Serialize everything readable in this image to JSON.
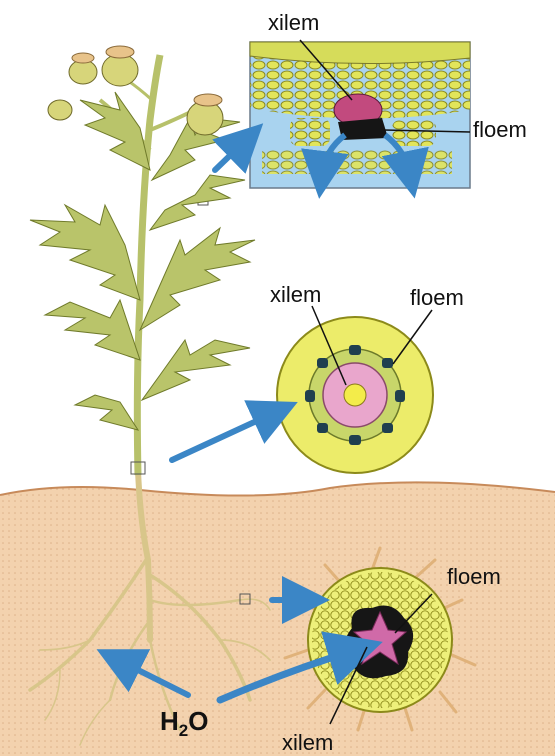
{
  "labels": {
    "leaf_xylem": "xilem",
    "leaf_phloem": "floem",
    "stem_xylem": "xilem",
    "stem_phloem": "floem",
    "root_phloem": "floem",
    "root_xylem": "xilem"
  },
  "water": {
    "main": "H",
    "sub": "2",
    "tail": "O"
  },
  "colors": {
    "arrow": "#3b86c6",
    "soil": "#f0c9a0",
    "plant": "#b9c46a",
    "ring_yellow": "#ecec6a",
    "xylem_pink": "#e6a0c8",
    "phloem_dark": "#1e3a4a"
  }
}
